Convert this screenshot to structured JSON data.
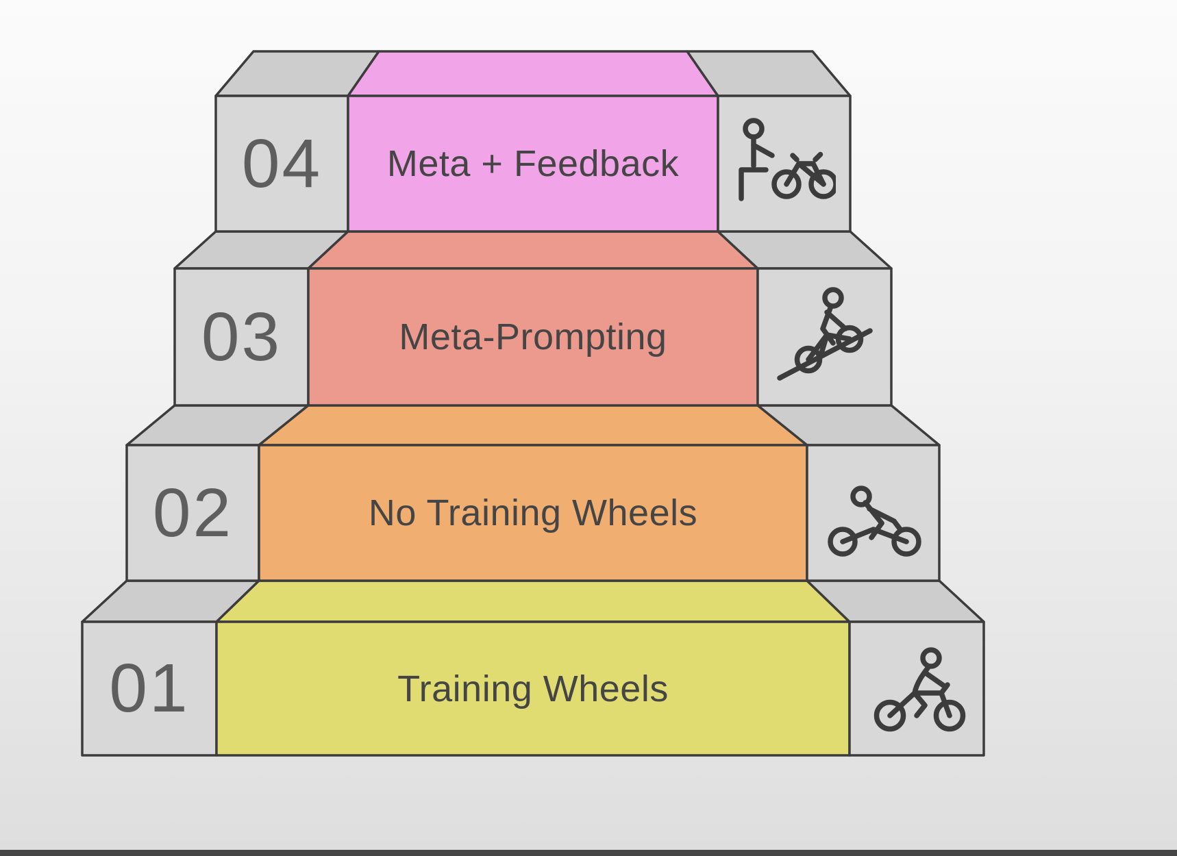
{
  "diagram": {
    "type": "staircase-pyramid",
    "description": "Four-level staircase diagram of prompting maturity levels"
  },
  "steps": [
    {
      "number": "01",
      "label": "Training Wheels",
      "color": "#e0dc72",
      "icon": "cyclist-icon"
    },
    {
      "number": "02",
      "label": "No Training Wheels",
      "color": "#f0ae71",
      "icon": "leaning-cyclist-icon"
    },
    {
      "number": "03",
      "label": "Meta-Prompting",
      "color": "#ec9a8e",
      "icon": "downhill-cyclist-icon"
    },
    {
      "number": "04",
      "label": "Meta + Feedback",
      "color": "#f1a4e7",
      "icon": "person-with-bicycle-icon"
    }
  ],
  "colors": {
    "box_front": "#d8d8d8",
    "box_top": "#cdcdcd",
    "outline": "#3c3c3c",
    "number_text": "#5e5e5e",
    "label_text": "#454545",
    "background_top": "#fbfbfb",
    "background_bottom": "#dedede",
    "bottom_strip": "#454545"
  }
}
